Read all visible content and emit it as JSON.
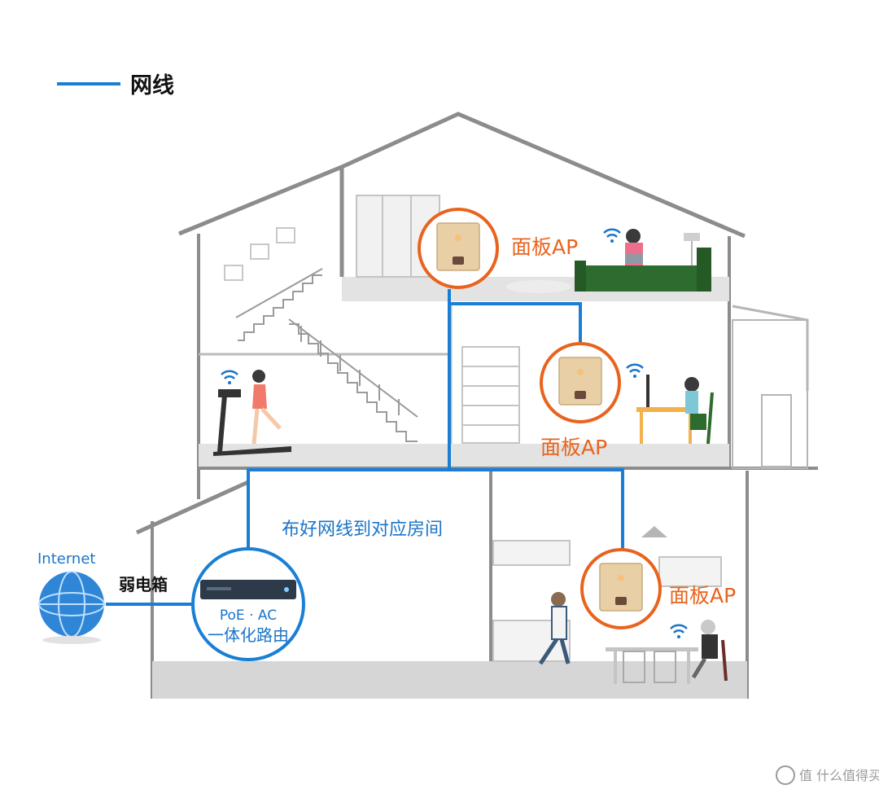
{
  "legend": {
    "label": "网线",
    "color": "#1a7fd4"
  },
  "colors": {
    "cable": "#1a7fd4",
    "ap_ring": "#e8641e",
    "wall": "#8c8c8c",
    "floor": "#d9d9d9",
    "sofa": "#2e6b2f"
  },
  "internet": {
    "label": "Internet"
  },
  "weak_box": {
    "label": "弱电箱"
  },
  "router": {
    "line1": "PoE · AC",
    "line2": "一体化路由"
  },
  "wiring_note": "布好网线到对应房间",
  "access_points": [
    {
      "label": "面板AP"
    },
    {
      "label": "面板AP"
    },
    {
      "label": "面板AP"
    }
  ],
  "watermark": "值 什么值得买"
}
